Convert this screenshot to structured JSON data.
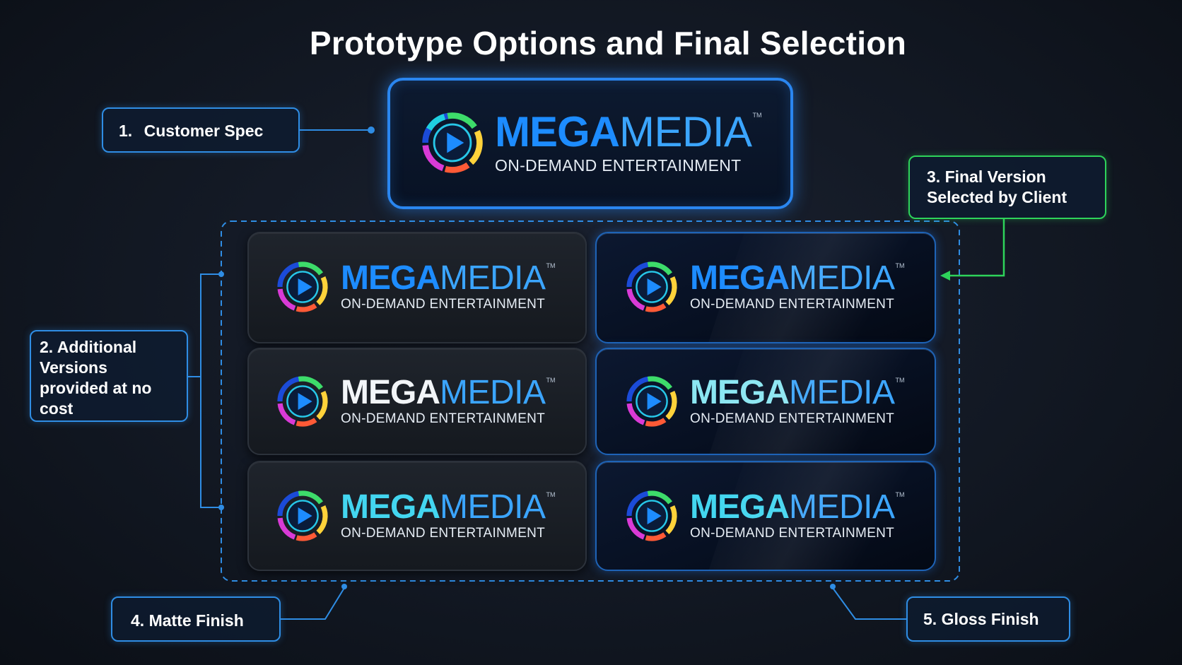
{
  "title": "Prototype Options and Final Selection",
  "labels": {
    "customer_spec": {
      "number": "1.",
      "text": "Customer Spec"
    },
    "additional": [
      "2. Additional",
      "Versions",
      "provided at no",
      "cost"
    ],
    "final": [
      "3. Final Version",
      "Selected by Client"
    ],
    "matte": "4. Matte Finish",
    "gloss": "5. Gloss Finish"
  },
  "logo": {
    "mega": "MEGA",
    "media": "MEDIA",
    "tm": "TM",
    "subtitle": "ON-DEMAND ENTERTAINMENT"
  },
  "colors": {
    "accent_blue": "#2f8de4",
    "accent_green": "#2ed35a",
    "mega_blue": "#1d8cff",
    "media_blue": "#3ba5ff"
  }
}
